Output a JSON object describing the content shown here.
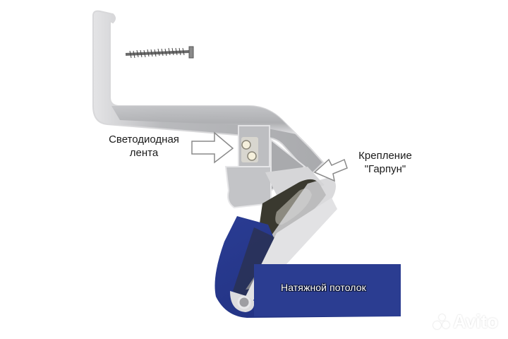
{
  "diagram": {
    "labels": {
      "led_strip": [
        "Светодиодная",
        "лента"
      ],
      "harpoon_mount": [
        "Крепление",
        "\"Гарпун\""
      ],
      "stretch_ceiling": "Натяжной потолок"
    },
    "watermark": "Avito",
    "colors": {
      "profile_aluminum": "#c9c9cb",
      "profile_shadow": "#a6a7aa",
      "ceiling_film": "#2e3f8f",
      "harpoon_insert": "#3b3a33",
      "background": "#ffffff"
    },
    "components": [
      "screw",
      "aluminum-profile",
      "led-strip",
      "harpoon-insert",
      "ceiling-film"
    ]
  }
}
